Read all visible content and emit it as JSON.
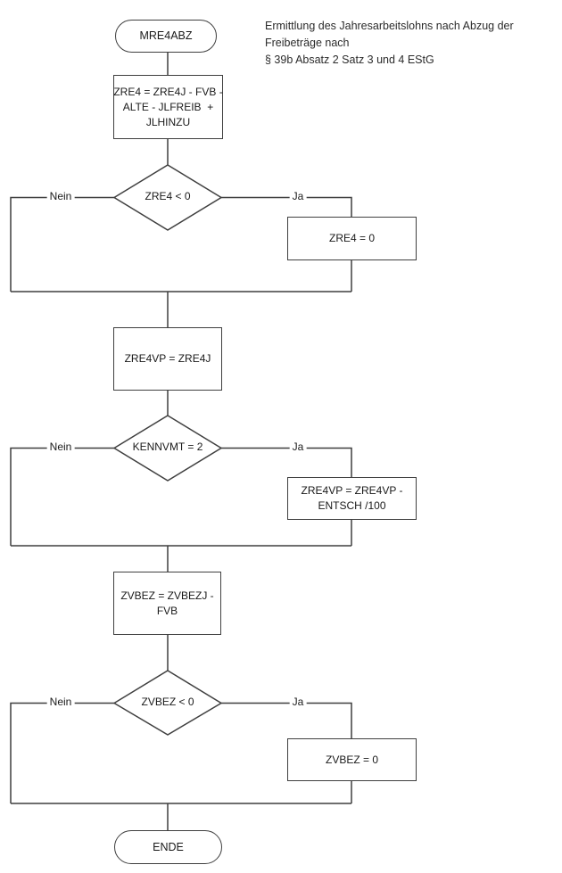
{
  "colors": {
    "line": "#3f3f3f",
    "text": "#1a1a1a",
    "background": "#ffffff"
  },
  "title": {
    "line1": "Ermittlung des Jahresarbeitslohns nach Abzug der",
    "line2": "Freibeträge nach",
    "line3": "§ 39b Absatz 2 Satz 3 und 4 EStG"
  },
  "flow": {
    "start": {
      "label": "MRE4ABZ"
    },
    "assign_zre4": {
      "line1": "ZRE4 = ZRE4J - FVB -",
      "line2": "ALTE - JLFREIB  +",
      "line3": "JLHINZU"
    },
    "decision_zre4": {
      "label": "ZRE4 < 0",
      "no_label": "Nein",
      "yes_label": "Ja"
    },
    "set_zre4_zero": {
      "label": "ZRE4 = 0"
    },
    "assign_zre4vp": {
      "label": "ZRE4VP = ZRE4J"
    },
    "decision_kennvmt": {
      "label": "KENNVMT = 2",
      "no_label": "Nein",
      "yes_label": "Ja"
    },
    "set_zre4vp": {
      "line1": "ZRE4VP = ZRE4VP -",
      "line2": "ENTSCH /100"
    },
    "assign_zvbez": {
      "line1": "ZVBEZ = ZVBEZJ -",
      "line2": "FVB"
    },
    "decision_zvbez": {
      "label": "ZVBEZ < 0",
      "no_label": "Nein",
      "yes_label": "Ja"
    },
    "set_zvbez_zero": {
      "label": "ZVBEZ = 0"
    },
    "end": {
      "label": "ENDE"
    }
  }
}
